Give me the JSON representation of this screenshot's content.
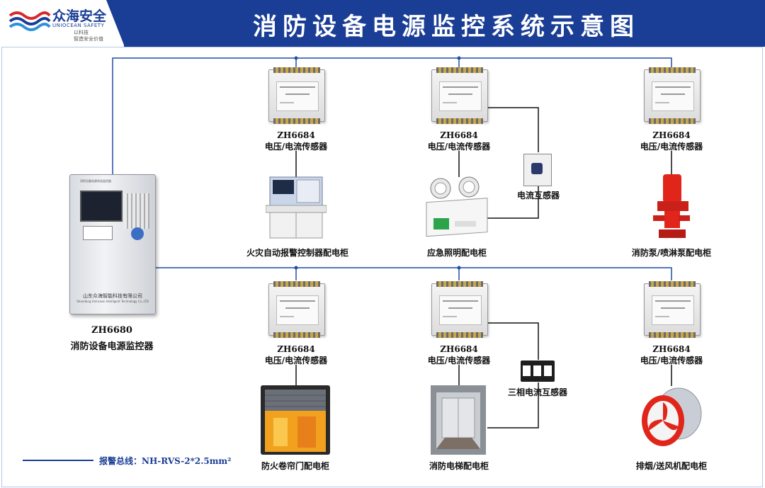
{
  "header": {
    "title": "消防设备电源监控系统示意图",
    "logo_cn": "众海安全",
    "logo_en": "UNIOCEAN SAFETY",
    "logo_sub1": "以科技",
    "logo_sub2": "智造安全价值"
  },
  "controller": {
    "model": "ZH6680",
    "name": "消防设备电源监控器",
    "panel_title": "消防设备电源状态监控器",
    "brand": "山东众海智能科技有限公司",
    "brand_en": "Shandong Unincean Intelligent Technology Co.,LTD"
  },
  "sensors": {
    "model": "ZH6684",
    "name": "电压/电流传感器"
  },
  "devices": [
    "火灾自动报警控制器配电柜",
    "应急照明配电柜",
    "消防泵/喷淋泵配电柜",
    "防火卷帘门配电柜",
    "消防电梯配电柜",
    "排烟/送风机配电柜"
  ],
  "transformers": {
    "single": "电流互感器",
    "three_phase": "三相电流互感器"
  },
  "legend": {
    "text": "报警总线：NH-RVS-2*2.5mm²"
  },
  "colors": {
    "brand_blue": "#1a3d95",
    "bus_line": "#1f4fa8"
  }
}
